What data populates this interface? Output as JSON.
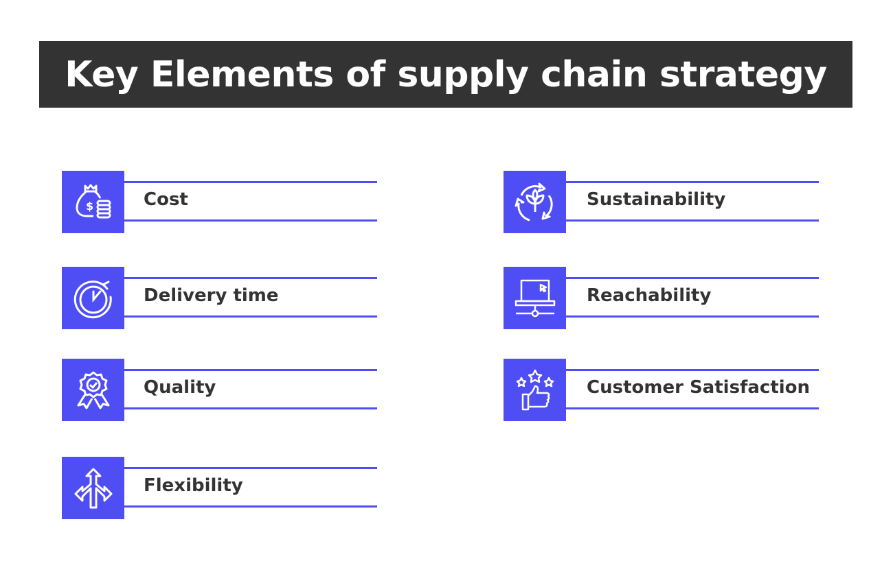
{
  "title": "Key Elements of supply chain strategy",
  "accent_color": "#4f4ef5",
  "title_bg": "#333333",
  "left_items": [
    {
      "label": "Cost",
      "icon": "money-bag-icon"
    },
    {
      "label": "Delivery time",
      "icon": "clock-check-icon"
    },
    {
      "label": "Quality",
      "icon": "award-badge-icon"
    },
    {
      "label": "Flexibility",
      "icon": "split-arrows-icon"
    }
  ],
  "right_items": [
    {
      "label": "Sustainability",
      "icon": "recycle-plant-icon"
    },
    {
      "label": "Reachability",
      "icon": "laptop-network-icon"
    },
    {
      "label": "Customer Satisfaction",
      "icon": "thumbs-up-stars-icon"
    }
  ]
}
